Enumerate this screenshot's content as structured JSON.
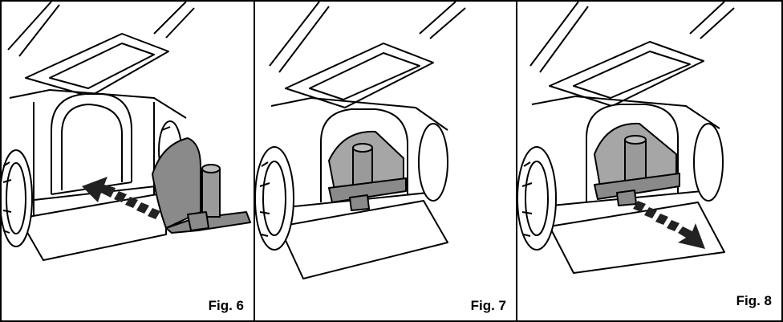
{
  "figures": [
    {
      "label": "Fig. 6",
      "illustration": "attach-grass-deflector"
    },
    {
      "label": "Fig. 7",
      "illustration": "deflector-installed"
    },
    {
      "label": "Fig. 8",
      "illustration": "remove-grass-deflector"
    }
  ],
  "colors": {
    "line": "#000000",
    "deflector": "#8a8a8a",
    "chute_fill": "#a6a6a6",
    "background": "#ffffff"
  }
}
